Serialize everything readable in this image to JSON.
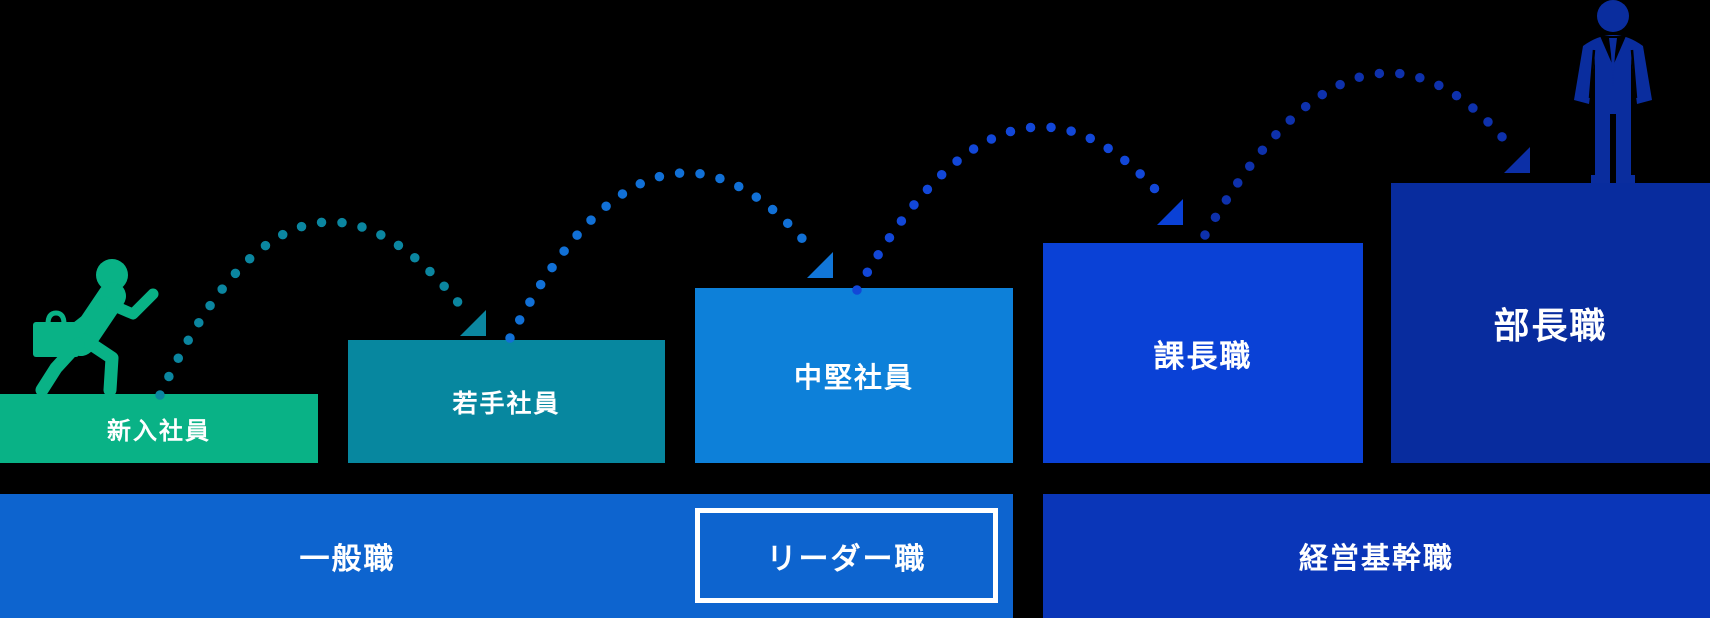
{
  "diagram": {
    "type": "career-ladder-staircase",
    "background_color": "#000000",
    "steps": [
      {
        "label": "新入社員",
        "color": "#09B286",
        "text_color": "#FFFFFF"
      },
      {
        "label": "若手社員",
        "color": "#07879F",
        "text_color": "#FFFFFF"
      },
      {
        "label": "中堅社員",
        "color": "#0D80D9",
        "text_color": "#FFFFFF"
      },
      {
        "label": "課長職",
        "color": "#0A41D6",
        "text_color": "#FFFFFF"
      },
      {
        "label": "部長職",
        "color": "#082C9E",
        "text_color": "#FFFFFF"
      }
    ],
    "bands": [
      {
        "label": "一般職",
        "color": "#0D64CF",
        "text_color": "#FFFFFF"
      },
      {
        "label": "リーダー職",
        "color": "#0D64CF",
        "border_color": "#FFFFFF",
        "text_color": "#FFFFFF"
      },
      {
        "label": "経営基幹職",
        "color": "#0A36B8",
        "text_color": "#FFFFFF"
      }
    ],
    "arcs": [
      {
        "from": "新入社員",
        "to": "若手社員",
        "style": "dotted",
        "color": "#0B86A0"
      },
      {
        "from": "若手社員",
        "to": "中堅社員",
        "style": "dotted",
        "color": "#1170D6"
      },
      {
        "from": "中堅社員",
        "to": "課長職",
        "style": "dotted",
        "color": "#1247D8"
      },
      {
        "from": "課長職",
        "to": "部長職",
        "style": "dotted",
        "color": "#0E31AC"
      }
    ],
    "icons": [
      {
        "name": "running-businessman-icon",
        "color": "#09B286",
        "position": "on first step, left edge"
      },
      {
        "name": "standing-businessman-icon",
        "color": "#0A2D9E",
        "position": "on top step, right edge"
      }
    ]
  }
}
